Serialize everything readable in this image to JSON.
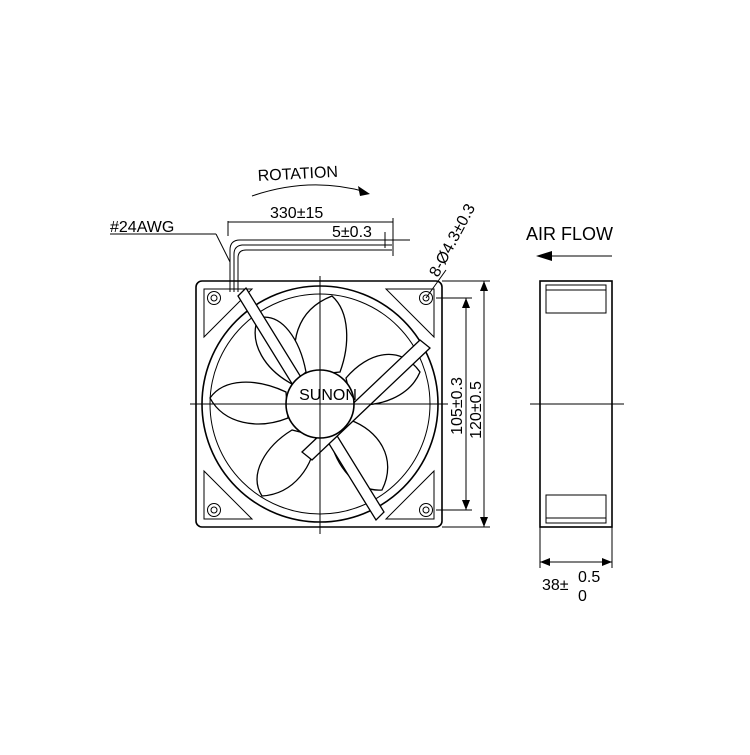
{
  "labels": {
    "rotation": "ROTATION",
    "airflow": "AIR FLOW",
    "wire_gauge": "#24AWG",
    "lead_length": "330±15",
    "strip_length": "5±0.3",
    "hole_spec": "8-Ø4.3±0.3",
    "hole_pitch": "105±0.3",
    "frame_size": "120±0.5",
    "brand": "SUNON",
    "thickness_base": "38±",
    "thickness_upper": "0.5",
    "thickness_lower": "0"
  }
}
